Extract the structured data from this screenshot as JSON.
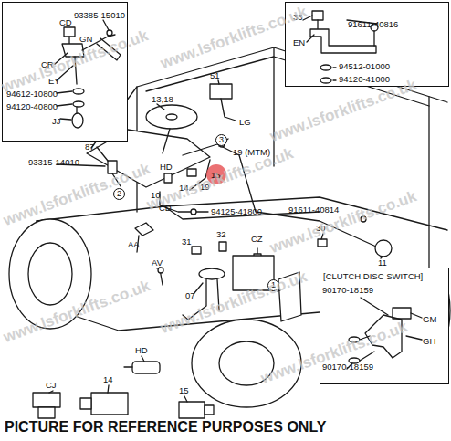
{
  "diagram": {
    "caption": "PICTURE FOR REFERENCE PURPOSES ONLY",
    "nodes": [
      {
        "text": [
          "CD",
          "93385-15010",
          "GN",
          "CR",
          "EY",
          "94612-10800",
          "94120-40800",
          "JJ"
        ]
      },
      {
        "text": [
          "33",
          "91611-40816",
          "EN",
          "94512-01000",
          "94120-41000"
        ]
      },
      {
        "text": [
          "[CLUTCH DISC SWITCH]",
          "90170-18159",
          "GM",
          "GH",
          "90170-18159"
        ]
      }
    ],
    "labels": [
      "87",
      "13,18",
      "51",
      "LG",
      "3",
      "19 (MTM)",
      "93315-14010",
      "HD",
      "15",
      "2",
      "14",
      "19",
      "10",
      "CD",
      "94125-41800",
      "91611-40814",
      "30",
      "11",
      "AA",
      "31",
      "32",
      "CZ",
      "AV",
      "1",
      "07",
      "HD",
      "CJ",
      "14",
      "15",
      "www.lsforklifts.co.uk",
      "www.lsforklifts.co.uk",
      "www.lsforklifts.co.uk",
      "www.lsforklifts.co.uk",
      "www.lsforklifts.co.uk",
      "www.lsforklifts.co.uk",
      "www.lsforklifts.co.uk",
      "www.lsforklifts.co.uk",
      "www.lsforklifts.co.uk"
    ]
  }
}
